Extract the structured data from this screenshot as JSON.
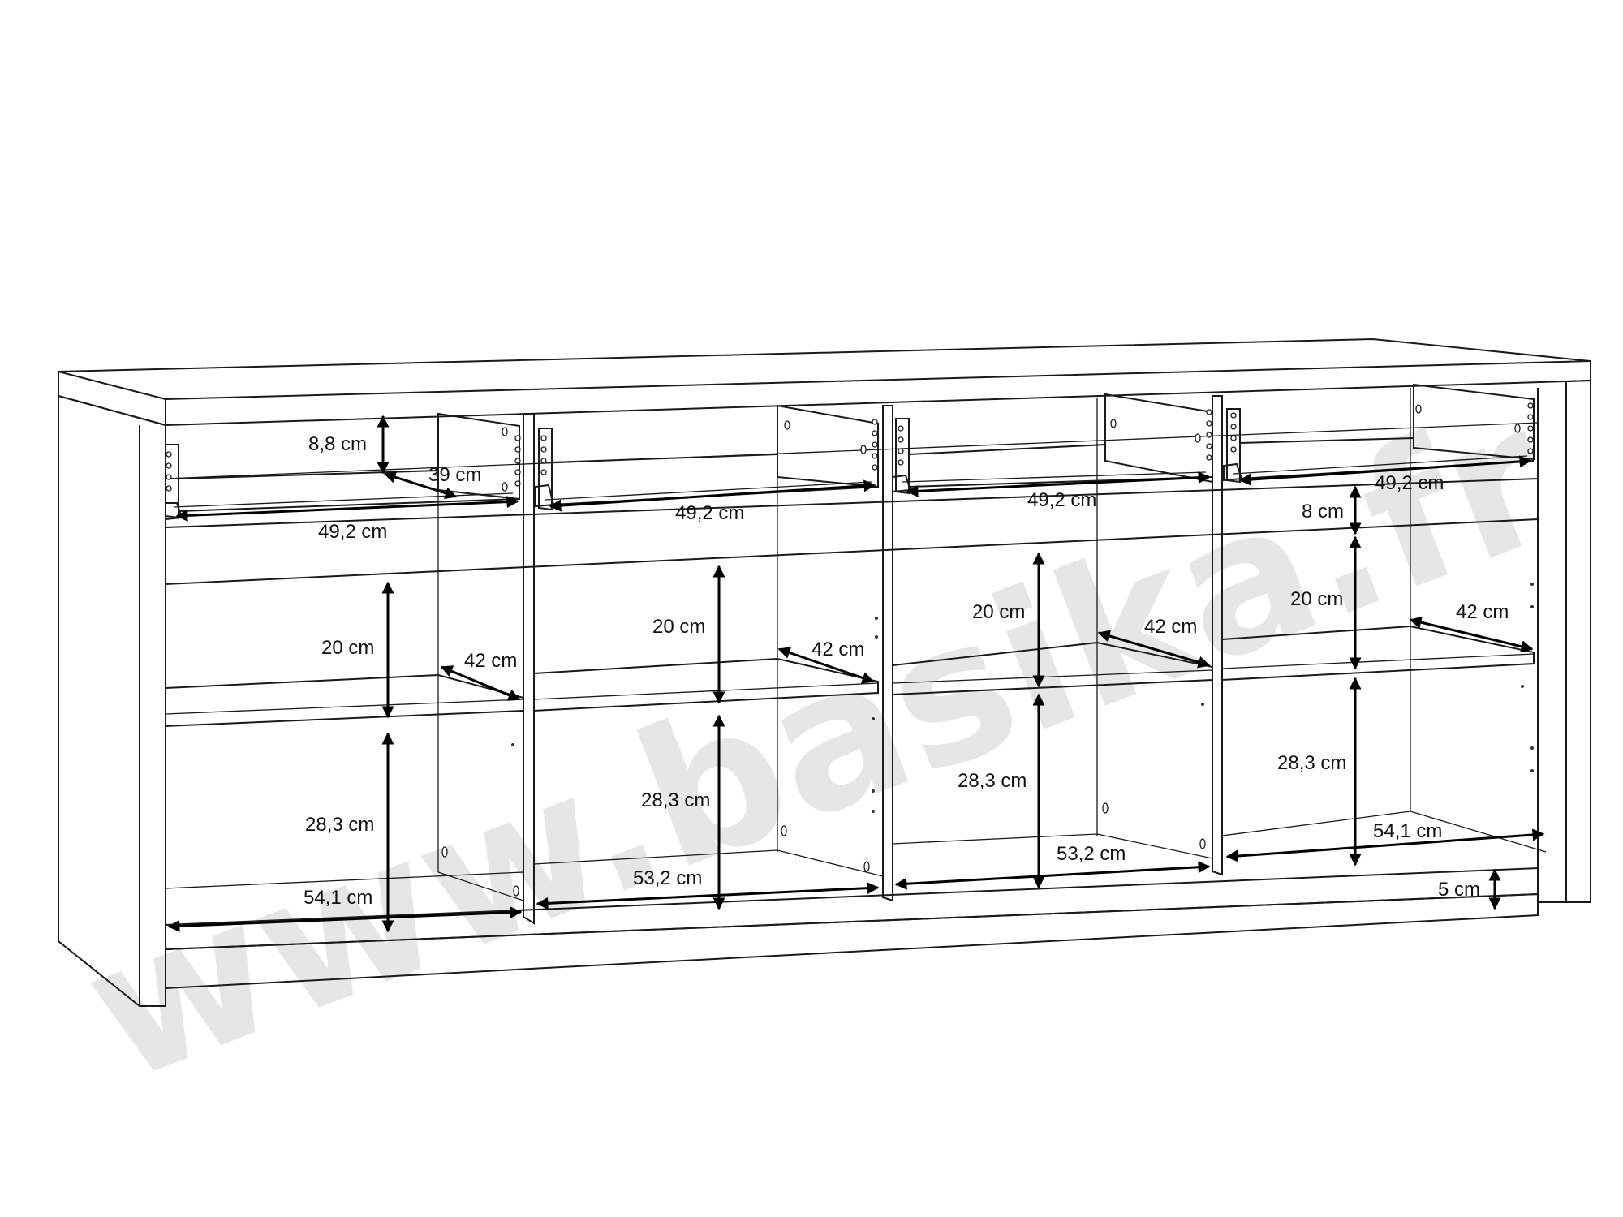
{
  "watermark": "www.basika.fr",
  "dimensions": {
    "drawer_height": "8,8 cm",
    "drawer_depth": "39 cm",
    "drawer_width_1": "49,2 cm",
    "drawer_width_2": "49,2 cm",
    "drawer_width_3": "49,2 cm",
    "drawer_width_4": "49,2 cm",
    "rail_height": "8 cm",
    "upper_height_1": "20 cm",
    "upper_height_2": "20 cm",
    "upper_height_3": "20 cm",
    "upper_height_4": "20 cm",
    "shelf_depth_1": "42 cm",
    "shelf_depth_2": "42 cm",
    "shelf_depth_3": "42 cm",
    "shelf_depth_4": "42 cm",
    "lower_height_1": "28,3 cm",
    "lower_height_2": "28,3 cm",
    "lower_height_3": "28,3 cm",
    "lower_height_4": "28,3 cm",
    "bottom_width_1": "54,1 cm",
    "bottom_width_2": "53,2 cm",
    "bottom_width_3": "53,2 cm",
    "bottom_width_4": "54,1 cm",
    "plinth_height": "5 cm"
  }
}
